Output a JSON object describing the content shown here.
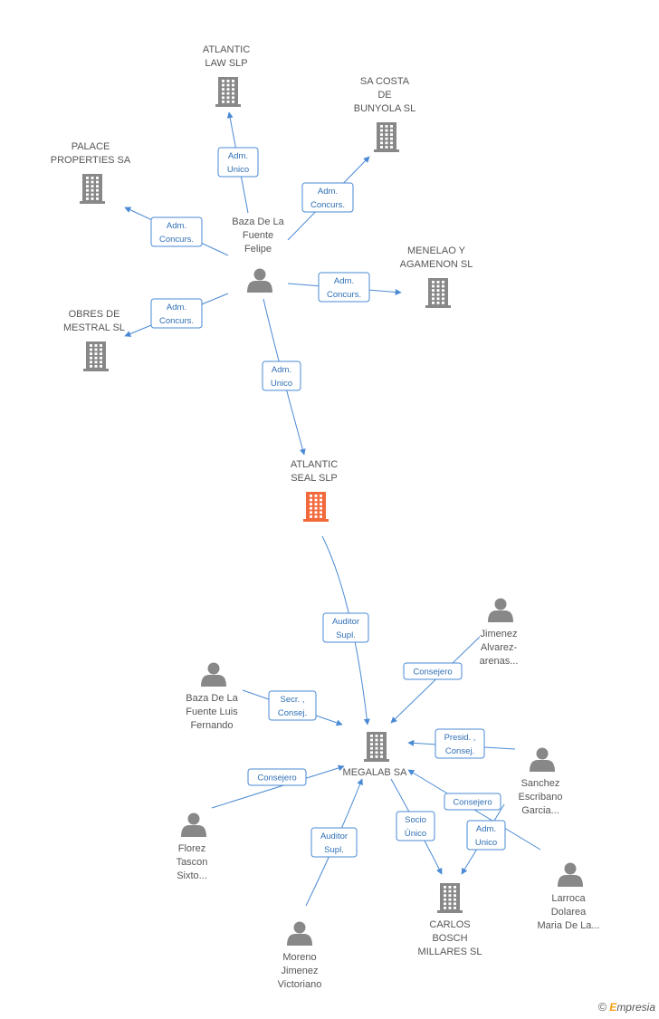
{
  "colors": {
    "company": "#888888",
    "focus": "#f26a3c",
    "person": "#888888",
    "edge": "#4a8ad4",
    "edge_text": "#2f6fb5"
  },
  "nodes": [
    {
      "id": "atlantic_law",
      "type": "company",
      "lines": [
        "ATLANTIC",
        "LAW SLP"
      ]
    },
    {
      "id": "sa_costa",
      "type": "company",
      "lines": [
        "SA COSTA",
        "DE",
        "BUNYOLA SL"
      ]
    },
    {
      "id": "palace",
      "type": "company",
      "lines": [
        "PALACE",
        "PROPERTIES SA"
      ]
    },
    {
      "id": "baza_felipe",
      "type": "person",
      "lines": [
        "Baza De La",
        "Fuente",
        "Felipe"
      ]
    },
    {
      "id": "menelao",
      "type": "company",
      "lines": [
        "MENELAO Y",
        "AGAMENON SL"
      ]
    },
    {
      "id": "obres",
      "type": "company",
      "lines": [
        "OBRES DE",
        "MESTRAL SL"
      ]
    },
    {
      "id": "atlantic_seal",
      "type": "focus",
      "lines": [
        "ATLANTIC",
        "SEAL SLP"
      ]
    },
    {
      "id": "jimenez",
      "type": "person",
      "lines": [
        "Jimenez",
        "Alvarez-",
        "arenas..."
      ]
    },
    {
      "id": "baza_luis",
      "type": "person",
      "lines": [
        "Baza De La",
        "Fuente Luis",
        "Fernando"
      ]
    },
    {
      "id": "megalab",
      "type": "company",
      "lines": [
        "MEGALAB SA"
      ]
    },
    {
      "id": "sanchez",
      "type": "person",
      "lines": [
        "Sanchez",
        "Escribano",
        "Garcia..."
      ]
    },
    {
      "id": "florez",
      "type": "person",
      "lines": [
        "Florez",
        "Tascon",
        "Sixto..."
      ]
    },
    {
      "id": "larroca",
      "type": "person",
      "lines": [
        "Larroca",
        "Dolarea",
        "Maria De La..."
      ]
    },
    {
      "id": "carlos",
      "type": "company",
      "lines": [
        "CARLOS",
        "BOSCH",
        "MILLARES SL"
      ]
    },
    {
      "id": "moreno",
      "type": "person",
      "lines": [
        "Moreno",
        "Jimenez",
        "Victoriano"
      ]
    }
  ],
  "edges": [
    {
      "from": "baza_felipe",
      "to": "atlantic_law",
      "lines": [
        "Adm.",
        "Unico"
      ]
    },
    {
      "from": "baza_felipe",
      "to": "sa_costa",
      "lines": [
        "Adm.",
        "Concurs."
      ]
    },
    {
      "from": "baza_felipe",
      "to": "palace",
      "lines": [
        "Adm.",
        "Concurs."
      ]
    },
    {
      "from": "baza_felipe",
      "to": "menelao",
      "lines": [
        "Adm.",
        "Concurs."
      ]
    },
    {
      "from": "baza_felipe",
      "to": "obres",
      "lines": [
        "Adm.",
        "Concurs."
      ]
    },
    {
      "from": "baza_felipe",
      "to": "atlantic_seal",
      "lines": [
        "Adm.",
        "Unico"
      ]
    },
    {
      "from": "atlantic_seal",
      "to": "megalab",
      "lines": [
        "Auditor",
        "Supl."
      ]
    },
    {
      "from": "jimenez",
      "to": "megalab",
      "lines": [
        "Consejero"
      ]
    },
    {
      "from": "baza_luis",
      "to": "megalab",
      "lines": [
        "Secr. ,",
        "Consej."
      ]
    },
    {
      "from": "sanchez",
      "to": "megalab",
      "lines": [
        "Presid. ,",
        "Consej."
      ]
    },
    {
      "from": "florez",
      "to": "megalab",
      "lines": [
        "Consejero"
      ]
    },
    {
      "from": "larroca",
      "to": "megalab",
      "lines": [
        "Consejero"
      ]
    },
    {
      "from": "moreno",
      "to": "megalab",
      "lines": [
        "Auditor",
        "Supl."
      ]
    },
    {
      "from": "megalab",
      "to": "carlos",
      "lines": [
        "Socio",
        "Único"
      ]
    },
    {
      "from": "sanchez",
      "to": "carlos",
      "lines": [
        "Adm.",
        "Unico"
      ]
    }
  ],
  "brand": {
    "copyright": "©",
    "name_first": "E",
    "name_rest": "mpresia"
  }
}
